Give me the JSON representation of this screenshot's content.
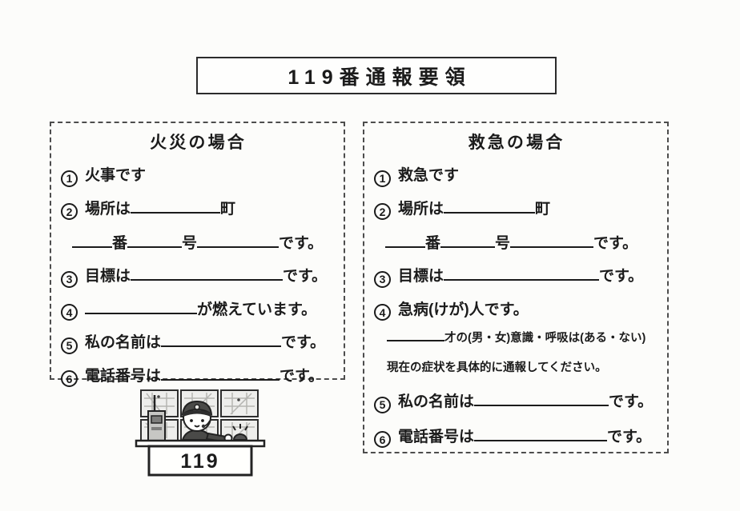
{
  "title": "119番通報要領",
  "fire": {
    "heading": "火災の場合",
    "item1": {
      "num": "1",
      "text": "火事です"
    },
    "item2": {
      "num": "2",
      "pre": "場所は",
      "suf": "町"
    },
    "item2b": {
      "ban": "番",
      "go": "号",
      "desu": "です。"
    },
    "item3": {
      "num": "3",
      "pre": "目標は",
      "suf": "です。"
    },
    "item4": {
      "num": "4",
      "suf": "が燃えています。"
    },
    "item5": {
      "num": "5",
      "pre": "私の名前は",
      "suf": "です。"
    },
    "item6": {
      "num": "6",
      "pre": "電話番号は",
      "suf": "です。"
    }
  },
  "ems": {
    "heading": "救急の場合",
    "item1": {
      "num": "1",
      "text": "救急です"
    },
    "item2": {
      "num": "2",
      "pre": "場所は",
      "suf": "町"
    },
    "item2b": {
      "ban": "番",
      "go": "号",
      "desu": "です。"
    },
    "item3": {
      "num": "3",
      "pre": "目標は",
      "suf": "です。"
    },
    "item4": {
      "num": "4",
      "text": "急病(けが)人です。"
    },
    "item4a": {
      "suf": "才の(男・女)意識・呼吸は(ある・ない)"
    },
    "item4b": {
      "text": "現在の症状を具体的に通報してください。"
    },
    "item5": {
      "num": "5",
      "pre": "私の名前は",
      "suf": "です。"
    },
    "item6": {
      "num": "6",
      "pre": "電話番号は",
      "suf": "です。"
    }
  },
  "illustration": {
    "desk_label": "119"
  },
  "colors": {
    "ink": "#1b1b1b",
    "paper": "#fcfcfa"
  }
}
